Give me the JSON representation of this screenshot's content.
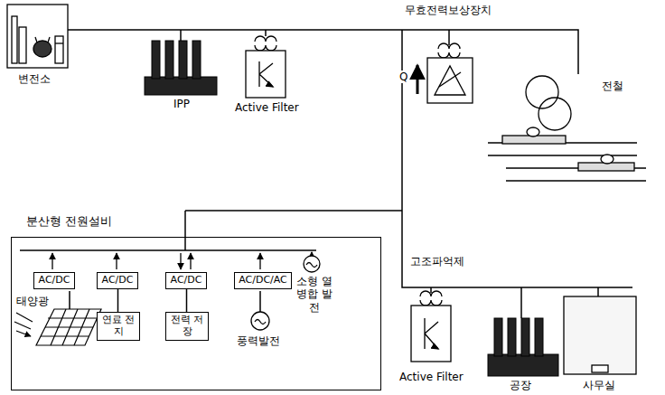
{
  "diagram": {
    "nodes": [
      {
        "text": [
          "분산형 전원설비"
        ]
      },
      {
        "text": [
          "AC/DC"
        ],
        "in": 0
      },
      {
        "text": [
          "AC/DC"
        ],
        "in": 0
      },
      {
        "text": [
          "AC/DC"
        ],
        "in": 0
      },
      {
        "text": [
          "AC/DC/AC"
        ],
        "in": 0
      },
      {
        "text": [
          "연료 전지"
        ],
        "in": 0
      },
      {
        "text": [
          "전력 저장"
        ],
        "in": 0
      }
    ],
    "edges": [
      {
        "from": 5,
        "to": 2,
        "arrow": "none"
      },
      {
        "from": 6,
        "to": 3,
        "arrow": "none"
      }
    ],
    "labels": [
      "변전소",
      "IPP",
      "Active Filter",
      "무효전력보상장치",
      "Q",
      "전철",
      "태양광",
      "풍력발전",
      "소형 열병합 발전",
      "고조파억제",
      "Active Filter",
      "공장",
      "사무실"
    ]
  }
}
